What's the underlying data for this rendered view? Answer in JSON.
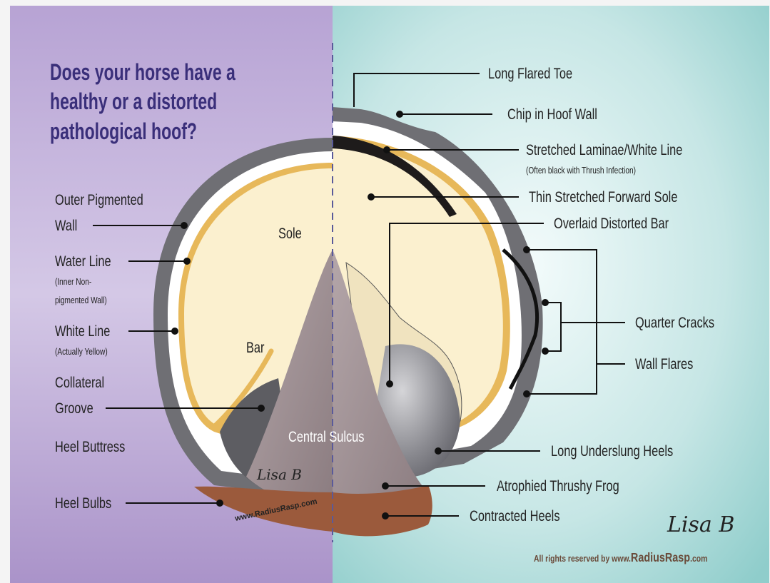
{
  "title": {
    "line1": "Does your horse have a",
    "line2": "healthy or a distorted",
    "line3": "pathological hoof?"
  },
  "left_labels": {
    "outer_wall_1": "Outer Pigmented",
    "outer_wall_2": "Wall",
    "water_line": "Water Line",
    "water_line_note_1": "(Inner Non-",
    "water_line_note_2": "pigmented Wall)",
    "white_line": "White Line",
    "white_line_note": "(Actually Yellow)",
    "collateral_1": "Collateral",
    "collateral_2": "Groove",
    "heel_buttress": "Heel Buttress",
    "heel_bulbs": "Heel Bulbs"
  },
  "inner_labels": {
    "sole": "Sole",
    "bar": "Bar",
    "central_sulcus": "Central Sulcus",
    "watermark": "www.RadiusRasp.com",
    "signature": "Lisa B"
  },
  "right_labels": {
    "long_flared_toe": "Long Flared Toe",
    "chip": "Chip in Hoof Wall",
    "stretched_laminae": "Stretched  Laminae/White Line",
    "stretched_note": "(Often black with Thrush Infection)",
    "thin_sole": "Thin Stretched Forward Sole",
    "overlaid_bar": "Overlaid Distorted Bar",
    "quarter_cracks": "Quarter Cracks",
    "wall_flares": "Wall Flares",
    "underslung_heels": "Long Underslung Heels",
    "atrophied_frog": "Atrophied Thrushy Frog",
    "contracted_heels": "Contracted Heels"
  },
  "footer": {
    "rights": "All rights reserved by www.",
    "brand": "RadiusRasp",
    "tld": ".com",
    "signature": "Lisa B"
  },
  "colors": {
    "left_bg": "#b9a4d6",
    "right_bg": "#bfe3e2",
    "title": "#3a2f7a",
    "wall": "#6f6f74",
    "sole": "#fbf0cf",
    "white_line": "#e7b85a",
    "frog": "#a49598",
    "heel_bulbs": "#9b5a3c"
  }
}
